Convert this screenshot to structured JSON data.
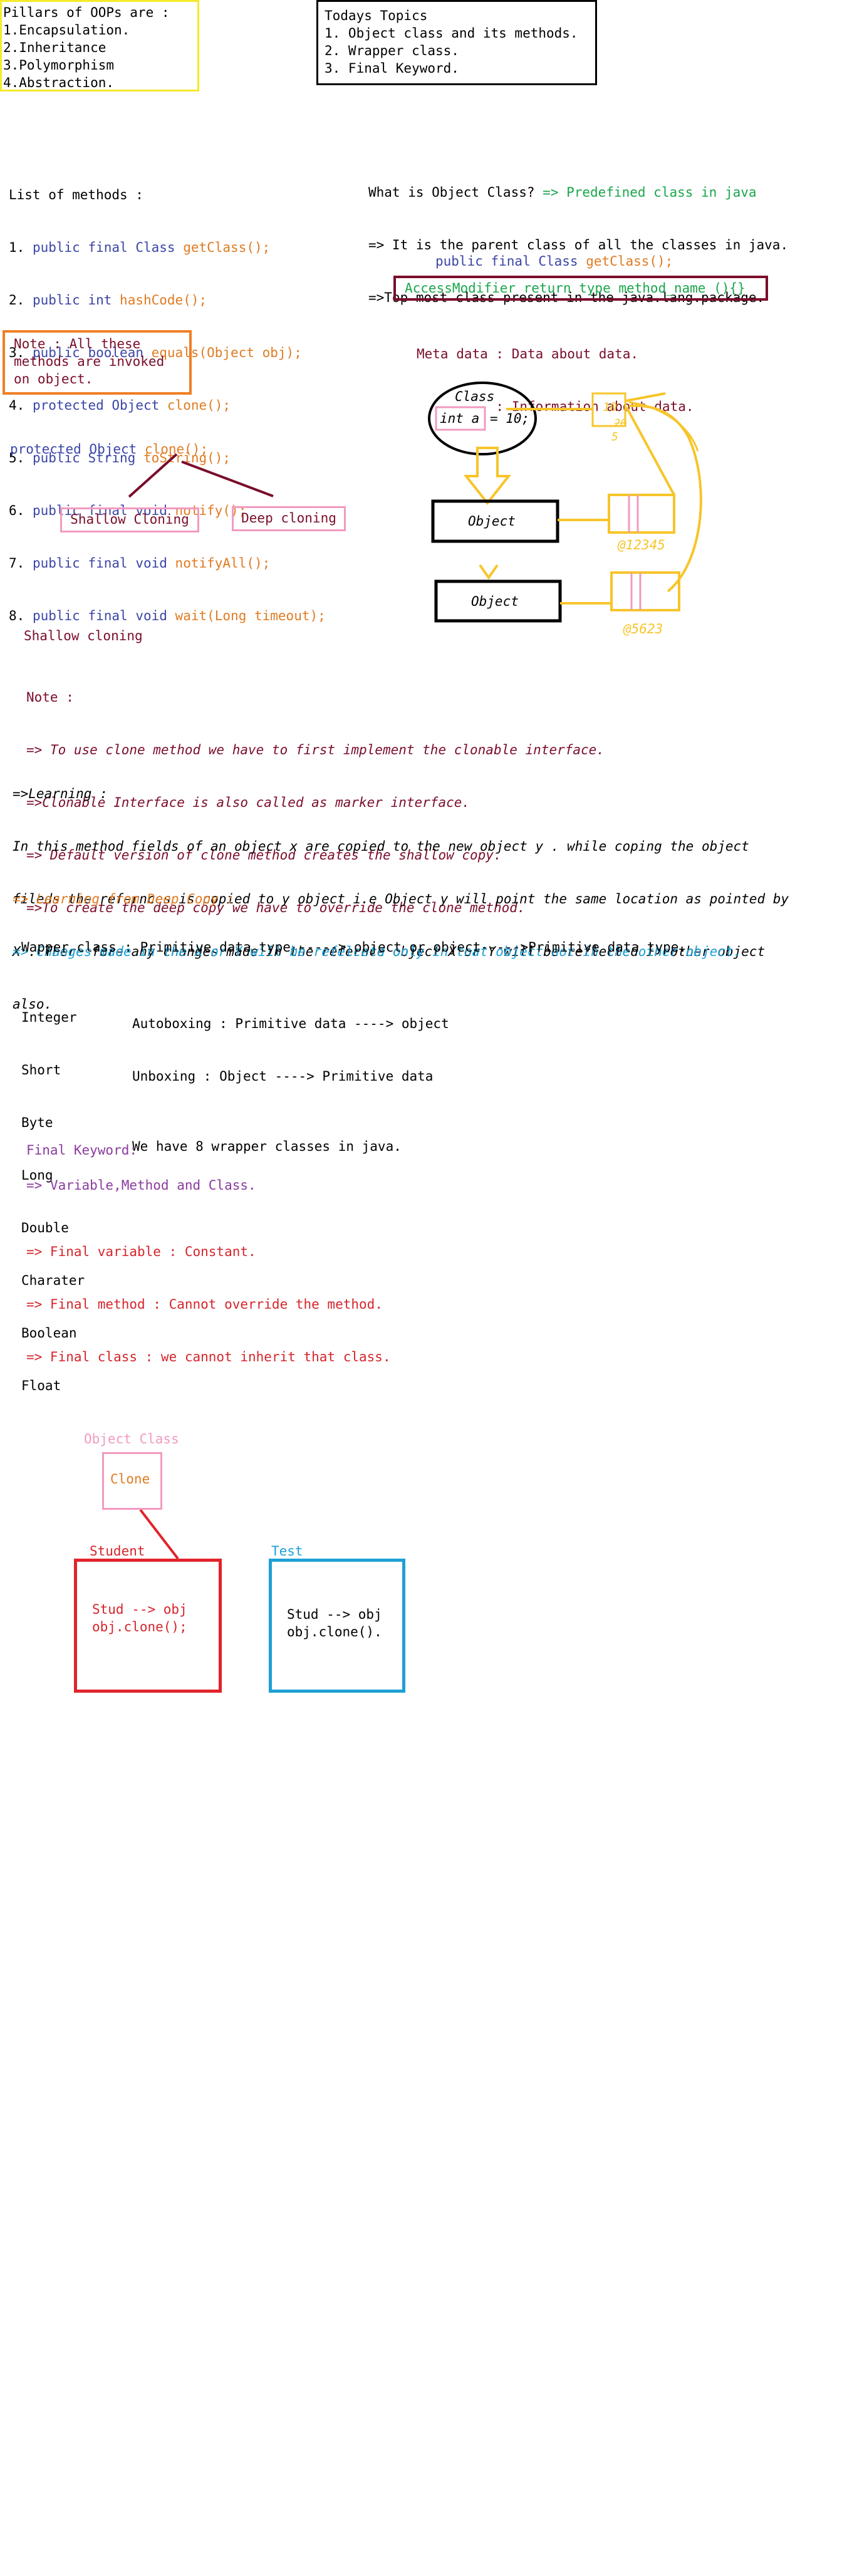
{
  "pillars": {
    "title": "Pillars of OOPs are :",
    "items": [
      "1.Encapsulation.",
      "2.Inheritance",
      "3.Polymorphism",
      "4.Abstraction."
    ]
  },
  "topics": {
    "title": "Todays Topics",
    "items": [
      "1. Object class and its methods.",
      "2. Wrapper class.",
      "3. Final Keyword."
    ]
  },
  "methods": {
    "title": "List of methods :",
    "rows": [
      {
        "num": "1.",
        "mods": "public final Class",
        "name": "getClass();"
      },
      {
        "num": "2.",
        "mods": "public int",
        "name": "hashCode();"
      },
      {
        "num": "3.",
        "mods": "public boolean",
        "name": "equals(Object obj);"
      },
      {
        "num": "4.",
        "mods": "protected Object",
        "name": "clone();"
      },
      {
        "num": "5.",
        "mods": "public String",
        "name": "toString();"
      },
      {
        "num": "6.",
        "mods": "public final void",
        "name": "notify();"
      },
      {
        "num": "7.",
        "mods": "public final void",
        "name": "notifyAll();"
      },
      {
        "num": "8.",
        "mods": "public final void",
        "name": "wait(Long timeout);"
      }
    ]
  },
  "object_class": {
    "question": "What is Object Class?",
    "answer": "=> Predefined class in java",
    "lines": [
      "=> It is the parent class of all the classes in java.",
      "=>Top most class present in the java.lang.package."
    ],
    "signature_mods": "public final Class",
    "signature_name": "getClass();",
    "access_box": "AccessModifier return type method_name (){}",
    "meta_lines": [
      "Meta data : Data about data.",
      "          : Information about data."
    ]
  },
  "note_box": {
    "lines": [
      "Note : All these",
      "methods are invoked",
      "on object."
    ]
  },
  "clone_method": {
    "mods": "protected Object",
    "name": "clone();"
  },
  "cloning_boxes": {
    "shallow": "Shallow Cloning",
    "deep": "Deep cloning"
  },
  "diagram": {
    "class_label": "Class",
    "field": "int a",
    "field_value": "= 10;",
    "object1": "Object",
    "object2": "Object",
    "val_top": "10",
    "val_mid": "20",
    "val_bot": "5",
    "addr1": "@12345",
    "addr2": "@5623"
  },
  "shallow": {
    "heading": "Shallow cloning",
    "note_title": "Note :",
    "notes": [
      "=> To use clone method we have to first implement the clonable interface.",
      "=>Clonable Interface is also called as marker interface.",
      "=> Default version of clone method creates the shallow copy.",
      "=>To create the deep copy we have to override the clone method."
    ]
  },
  "learning": {
    "title": "=>Learning :",
    "lines": [
      "In this method fields of an object x are copied to the new object y . while coping the object",
      "fileds the refernces is copied to y object i.e Object y will point the same location as pointed by",
      "X . There fore any changes made in the refernce object X or Y will be reflected in other object",
      "also."
    ]
  },
  "deep_learning": {
    "title": "=> Learning from Deep Copy :",
    "line": "=> Changes made in the X or Y will be refelcetd only in that object not in the other object."
  },
  "wrapper": {
    "line": "Wapper class : Primitive data type -----> object or object----->Primitive data type.",
    "types": [
      "Integer",
      "Short",
      "Byte",
      "Long",
      "Double",
      "Charater",
      "Boolean",
      "Float"
    ],
    "autoboxing": "Autoboxing : Primitive data ----> object",
    "unboxing": "Unboxing : Object ----> Primitive data",
    "count": "We have 8 wrapper classes in java."
  },
  "final_kw": {
    "title": "Final Keyword:",
    "applies": "=> Variable,Method and Class.",
    "rules": [
      "=> Final variable : Constant.",
      "=> Final method : Cannot override the method.",
      "=> Final class : we cannot inherit that class."
    ]
  },
  "bottom": {
    "object_class": "Object Class",
    "clone": "Clone",
    "student_label": "Student",
    "student_lines": [
      "Stud --> obj",
      "obj.clone();"
    ],
    "test_label": "Test",
    "test_lines": [
      "Stud --> obj",
      "obj.clone()."
    ]
  },
  "colors": {
    "yellow_box": "#f4ea2a",
    "orange_box": "#ef7f25",
    "maroon_box": "#7a0d2a",
    "pink": "#f29ac0",
    "gold": "#f7c52a",
    "red_box": "#e0242c",
    "teal_box": "#1ea0d5"
  }
}
